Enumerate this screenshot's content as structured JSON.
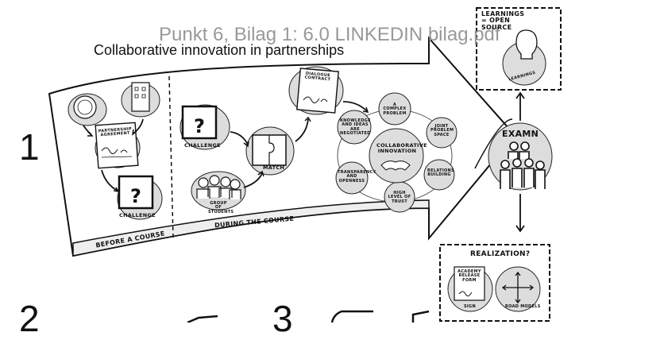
{
  "watermark": "Punkt 6, Bilag 1: 6.0 LINKEDIN bilag.pdf",
  "title": "Collaborative innovation in partnerships",
  "section_numbers": [
    "1",
    "2",
    "3"
  ],
  "arrow_labels": {
    "before": "BEFORE A COURSE",
    "during": "DURING THE COURSE"
  },
  "before": {
    "partnership_agreement": "PARTNERSHIP AGREEMENT",
    "challenge": "CHALLENGE"
  },
  "during": {
    "challenge": "CHALLENGE",
    "group_of_students": "GROUP of STUDENTS",
    "match": "MATCH",
    "dialogue_contract": "DIALOGUE CONTRACT"
  },
  "innovation": {
    "center": "COLLABORATIVE INNOVATION",
    "nodes": [
      "A COMPLEX PROBLEM",
      "JOINT PROBLEM SPACE",
      "RELATIONS BUILDING",
      "HIGH LEVEL OF TRUST",
      "TRANSPARENCY AND OPENNESS",
      "KNOWLEDGE AND IDEAS ARE NEGOTIATED"
    ]
  },
  "exam": {
    "label": "EXAMN"
  },
  "learnings": {
    "heading": "LEARNINGS = OPEN SOURCE",
    "bulb_label": "LEARNINGS"
  },
  "realization": {
    "heading": "REALIZATION?",
    "form": "ACADEMY RELEASE FORM",
    "sign": "SIGN",
    "model": "ROAD MODELS"
  }
}
